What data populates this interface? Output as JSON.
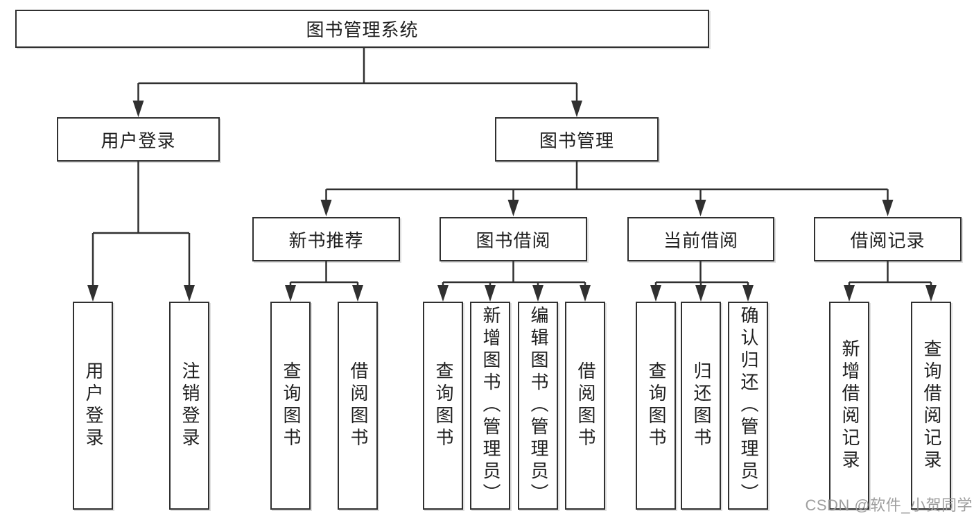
{
  "diagram": {
    "title": "图书管理系统",
    "root": "图书管理系统",
    "level2": {
      "user_login": "用户登录",
      "book_management": "图书管理"
    },
    "level3": {
      "new_book_recommend": "新书推荐",
      "book_borrow": "图书借阅",
      "current_borrow": "当前借阅",
      "borrow_records": "借阅记录"
    },
    "leaves": {
      "user_login": "用户登录",
      "logout": "注销登录",
      "nb_query_books": "查询图书",
      "nb_borrow_books": "借阅图书",
      "bb_query_books": "查询图书",
      "bb_add_books_admin": "新增图书（管理员）",
      "bb_edit_books_admin": "编辑图书（管理员）",
      "bb_borrow_books": "借阅图书",
      "cb_query_books": "查询图书",
      "cb_return_books": "归还图书",
      "cb_confirm_return_admin": "确认归还（管理员）",
      "br_add_record": "新增借阅记录",
      "br_query_record": "查询借阅记录"
    }
  },
  "watermark": "CSDN @软件_小贺同学",
  "colors": {
    "line": "#303030",
    "box_border": "#303030",
    "box_fill": "#ffffff",
    "text": "#1f1f1f",
    "background": "#ffffff",
    "watermark": "#969696"
  }
}
